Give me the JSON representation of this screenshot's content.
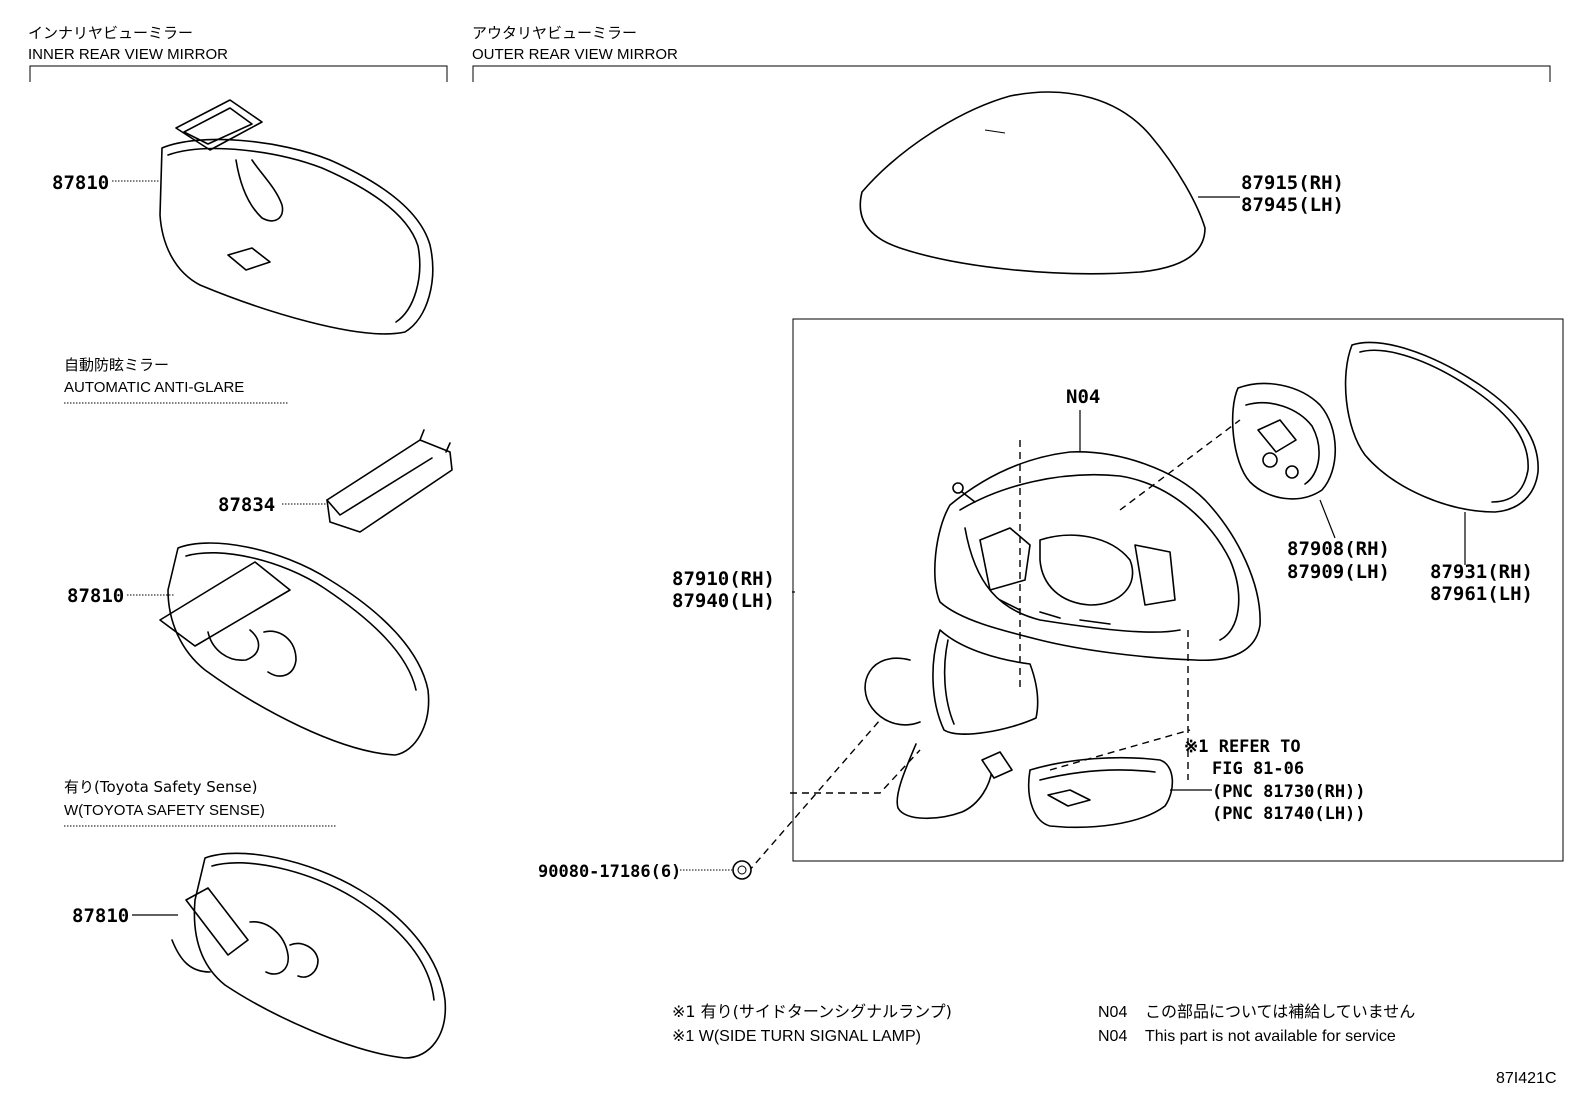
{
  "sections": {
    "inner": {
      "title_jp": "インナリヤビューミラー",
      "title_en": "INNER REAR VIEW MIRROR"
    },
    "outer": {
      "title_jp": "アウタリヤビューミラー",
      "title_en": "OUTER REAR VIEW MIRROR"
    }
  },
  "variants": {
    "anti_glare": {
      "jp": "自動防眩ミラー",
      "en": "AUTOMATIC ANTI-GLARE"
    },
    "safety_sense": {
      "jp": "有り(Toyota Safety Sense)",
      "en": "W(TOYOTA SAFETY SENSE)"
    }
  },
  "part_labels": {
    "p87810_a": "87810",
    "p87810_b": "87810",
    "p87810_c": "87810",
    "p87834": "87834",
    "p87915": "87915(RH)",
    "p87945": "87945(LH)",
    "n04": "N04",
    "p87910": "87910(RH)",
    "p87940": "87940(LH)",
    "p87908": "87908(RH)",
    "p87909": "87909(LH)",
    "p87931": "87931(RH)",
    "p87961": "87961(LH)",
    "refer_1": "※1 REFER TO",
    "refer_2": "FIG 81-06",
    "refer_3": "(PNC 81730(RH))",
    "refer_4": "(PNC 81740(LH))",
    "p90080": "90080-17186(6)"
  },
  "notes": {
    "note1_jp": "※1 有り(サイドターンシグナルランプ)",
    "note1_en": "※1 W(SIDE TURN SIGNAL LAMP)",
    "n04_jp_code": "N04",
    "n04_jp": "この部品については補給していません",
    "n04_en_code": "N04",
    "n04_en": "This part is not available for service"
  },
  "figure_id": "87I421C"
}
